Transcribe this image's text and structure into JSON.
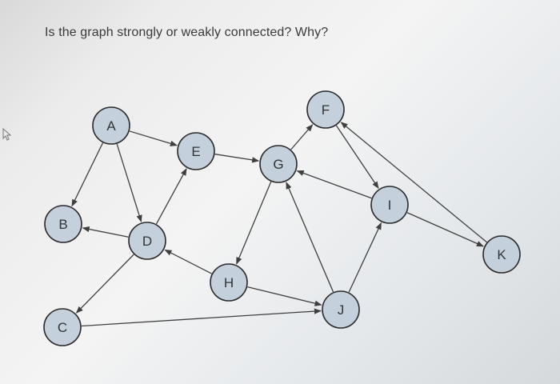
{
  "question": "Is the graph strongly or weakly connected? Why?",
  "colors": {
    "node_fill": "#c4d0dc",
    "node_stroke": "#2c2c2c",
    "edge": "#3f3f3f",
    "text": "#333333"
  },
  "icons": {
    "cursor": "mouse-pointer-icon"
  },
  "nodes": [
    "A",
    "B",
    "C",
    "D",
    "E",
    "F",
    "G",
    "H",
    "I",
    "J",
    "K"
  ],
  "edges": [
    {
      "from": "A",
      "to": "B"
    },
    {
      "from": "A",
      "to": "E"
    },
    {
      "from": "A",
      "to": "D"
    },
    {
      "from": "D",
      "to": "B"
    },
    {
      "from": "D",
      "to": "E"
    },
    {
      "from": "D",
      "to": "C"
    },
    {
      "from": "E",
      "to": "G"
    },
    {
      "from": "G",
      "to": "F"
    },
    {
      "from": "G",
      "to": "H"
    },
    {
      "from": "F",
      "to": "I"
    },
    {
      "from": "I",
      "to": "G"
    },
    {
      "from": "I",
      "to": "K"
    },
    {
      "from": "K",
      "to": "F"
    },
    {
      "from": "H",
      "to": "D"
    },
    {
      "from": "H",
      "to": "J"
    },
    {
      "from": "J",
      "to": "G"
    },
    {
      "from": "J",
      "to": "I"
    },
    {
      "from": "C",
      "to": "J"
    }
  ]
}
